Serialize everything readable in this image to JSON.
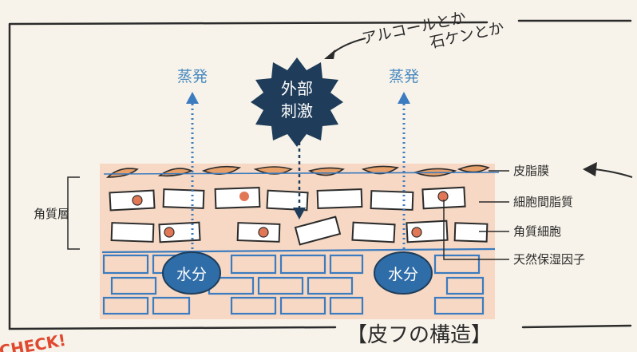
{
  "labels": {
    "annotation_line1": "アルコールとか",
    "annotation_line2": "石ケンとか",
    "evaporation_left": "蒸発",
    "evaporation_right": "蒸発",
    "external_stimulus_line1": "外部",
    "external_stimulus_line2": "刺激",
    "stratum_corneum": "角質層",
    "sebum_membrane": "皮脂膜",
    "intercellular_lipid": "細胞間脂質",
    "corneocyte": "角質細胞",
    "natural_moisturizing_factor": "天然保湿因子",
    "water_left": "水分",
    "water_right": "水分",
    "caption": "【皮フの構造】",
    "stamp_text": "CHECK!"
  },
  "colors": {
    "skin": "#f6d8c4",
    "blue_ink": "#3b7bbf",
    "navy": "#1f3d5a",
    "evaporation_text": "#4a8ac0",
    "cell_nucleus": "#e27755",
    "lipid_cap": "#e8a06a",
    "stamp": "#e0492f"
  }
}
